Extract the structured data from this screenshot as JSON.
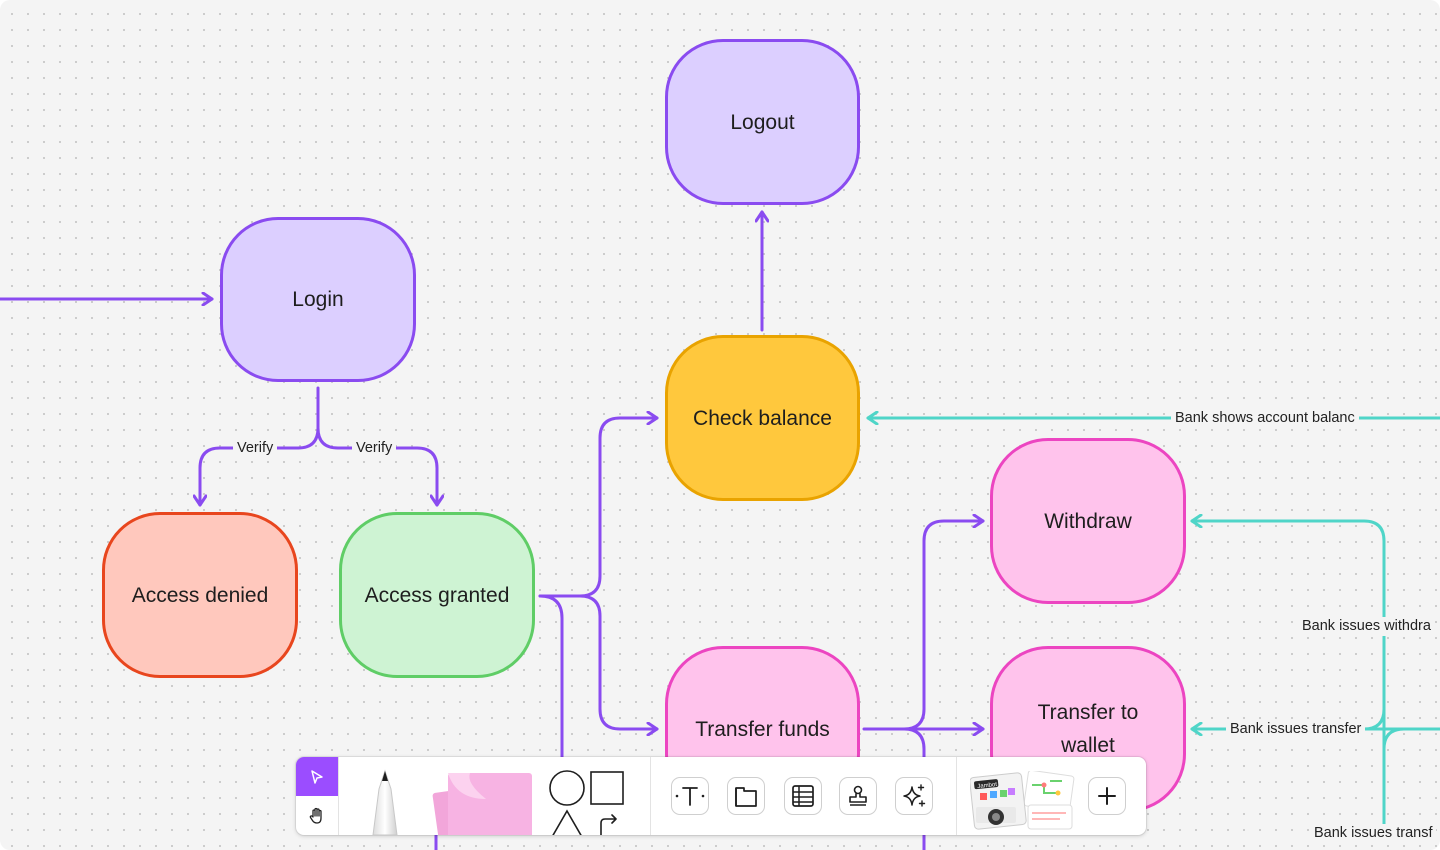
{
  "nodes": {
    "logout": {
      "label": "Logout"
    },
    "login": {
      "label": "Login"
    },
    "check_balance": {
      "label": "Check balance"
    },
    "access_denied": {
      "label": "Access denied"
    },
    "access_granted": {
      "label": "Access granted"
    },
    "withdraw": {
      "label": "Withdraw"
    },
    "transfer_funds": {
      "label": "Transfer funds"
    },
    "transfer_to_wallet": {
      "label": "Transfer to wallet"
    }
  },
  "edge_labels": {
    "verify_left": "Verify",
    "verify_right": "Verify",
    "bank_shows_balance": "Bank shows account balanc",
    "bank_issues_withdrawal": "Bank issues withdra",
    "bank_issues_transfer": "Bank issues transfer",
    "bank_issues_transfer_bottom": "Bank issues transf"
  },
  "colors": {
    "flow_arrow": "#8a4bf0",
    "bank_arrow": "#4fd5c8",
    "toolbar_accent": "#9b4dff"
  },
  "toolbar": {
    "tools": [
      {
        "name": "select",
        "icon": "cursor-icon",
        "active": true
      },
      {
        "name": "hand",
        "icon": "hand-icon"
      },
      {
        "name": "pen",
        "icon": "pen-icon"
      },
      {
        "name": "sticky-note",
        "icon": "sticky-note-icon"
      },
      {
        "name": "shapes",
        "icon": "shapes-icon"
      },
      {
        "name": "text",
        "icon": "text-icon"
      },
      {
        "name": "section",
        "icon": "section-icon"
      },
      {
        "name": "table",
        "icon": "table-icon"
      },
      {
        "name": "stamp",
        "icon": "stamp-icon"
      },
      {
        "name": "ai-sparkle",
        "icon": "sparkle-icon"
      },
      {
        "name": "templates",
        "icon": "templates-icon"
      },
      {
        "name": "add",
        "icon": "plus-icon"
      }
    ],
    "template_thumb_text": "Jambot"
  }
}
